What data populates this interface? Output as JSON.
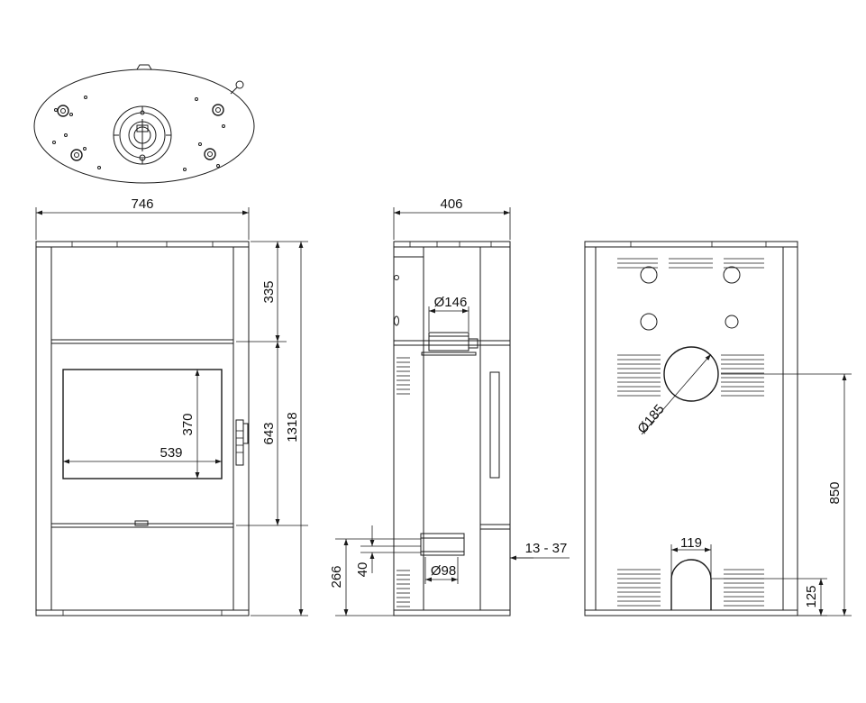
{
  "colors": {
    "line": "#1a1a1a",
    "background": "#ffffff"
  },
  "dimensions": {
    "front": {
      "width": "746",
      "top_panel_height": "335",
      "door_height": "643",
      "total_height": "1318",
      "glass_height": "370",
      "glass_width": "539"
    },
    "side": {
      "depth": "406",
      "flue_diameter": "Ø146",
      "air_inlet_diameter": "Ø98",
      "inlet_center_height": "266",
      "inlet_size": "40",
      "wall_distance": "13 - 37"
    },
    "rear": {
      "outlet_diameter": "Ø185",
      "outlet_height": "850",
      "opening_width": "119",
      "opening_height": "125"
    }
  }
}
